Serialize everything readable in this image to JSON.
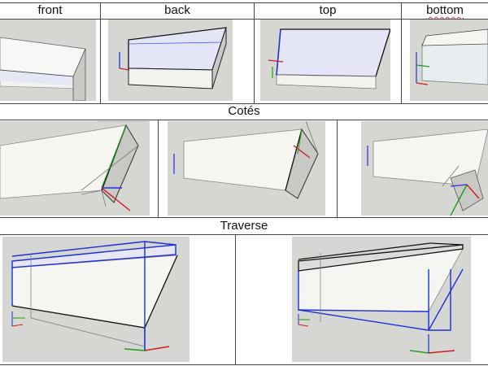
{
  "table": {
    "headers": [
      "front",
      "back",
      "top",
      "bottom"
    ],
    "misspelled_header": "bottom"
  },
  "sections": {
    "cotes_title": "Cotés",
    "traverse_title": "Traverse"
  },
  "viewport_icons": {
    "axis_colors": {
      "x": "#d11d1d",
      "y": "#19a019",
      "z": "#2030e0"
    },
    "model_edge_color": "#111111",
    "highlight_edge_color": "#1e2fd6",
    "face_fill_light": "#f5f5f2",
    "face_fill_blue": "#e4e6f8",
    "viewport_bg": "#d6d6d3"
  }
}
